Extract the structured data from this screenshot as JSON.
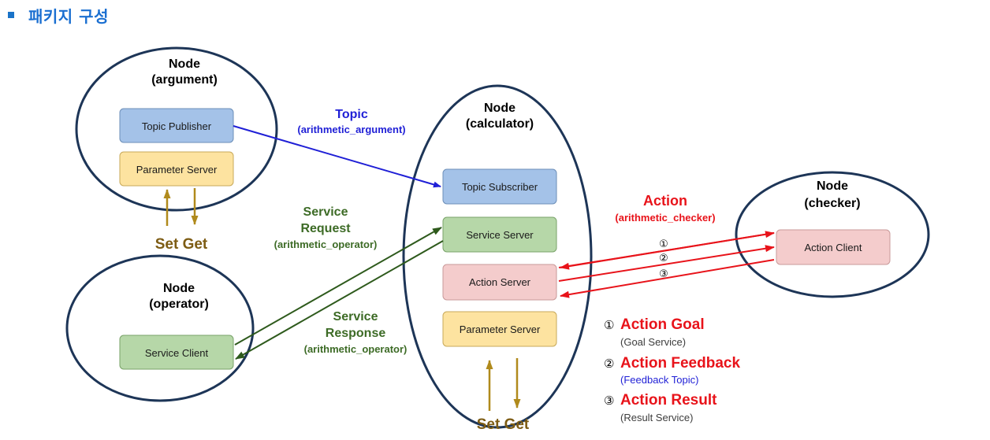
{
  "heading": "패키지 구성",
  "nodes": {
    "argument": {
      "line1": "Node",
      "line2": "(argument)",
      "publisher": "Topic Publisher",
      "param": "Parameter Server",
      "setget": "Set Get"
    },
    "operator": {
      "line1": "Node",
      "line2": "(operator)",
      "client": "Service Client"
    },
    "calculator": {
      "line1": "Node",
      "line2": "(calculator)",
      "subscriber": "Topic Subscriber",
      "service_server": "Service Server",
      "action_server": "Action Server",
      "param": "Parameter Server",
      "setget": "Set Get"
    },
    "checker": {
      "line1": "Node",
      "line2": "(checker)",
      "client": "Action Client"
    }
  },
  "topic": {
    "title": "Topic",
    "name": "(arithmetic_argument)"
  },
  "service_request": {
    "line1": "Service",
    "line2": "Request",
    "name": "(arithmetic_operator)"
  },
  "service_response": {
    "line1": "Service",
    "line2": "Response",
    "name": "(arithmetic_operator)"
  },
  "action": {
    "title": "Action",
    "name": "(arithmetic_checker)",
    "arrow1": "①",
    "arrow2": "②",
    "arrow3": "③"
  },
  "legend": [
    {
      "num": "①",
      "title": "Action Goal",
      "sub": "(Goal Service)"
    },
    {
      "num": "②",
      "title": "Action Feedback",
      "sub": "(Feedback Topic)"
    },
    {
      "num": "③",
      "title": "Action Result",
      "sub": "(Result Service)"
    }
  ],
  "colors": {
    "heading": "#1a6fd1",
    "topic": "#1f1fd6",
    "service": "#3d6b26",
    "action": "#e8131a",
    "ellipse": "#1d3557",
    "publisher_box": "#a4c2e8",
    "param_box": "#fde3a0",
    "service_box": "#b6d7a8",
    "action_box": "#f4cccc",
    "setget": "#7d5c14"
  }
}
